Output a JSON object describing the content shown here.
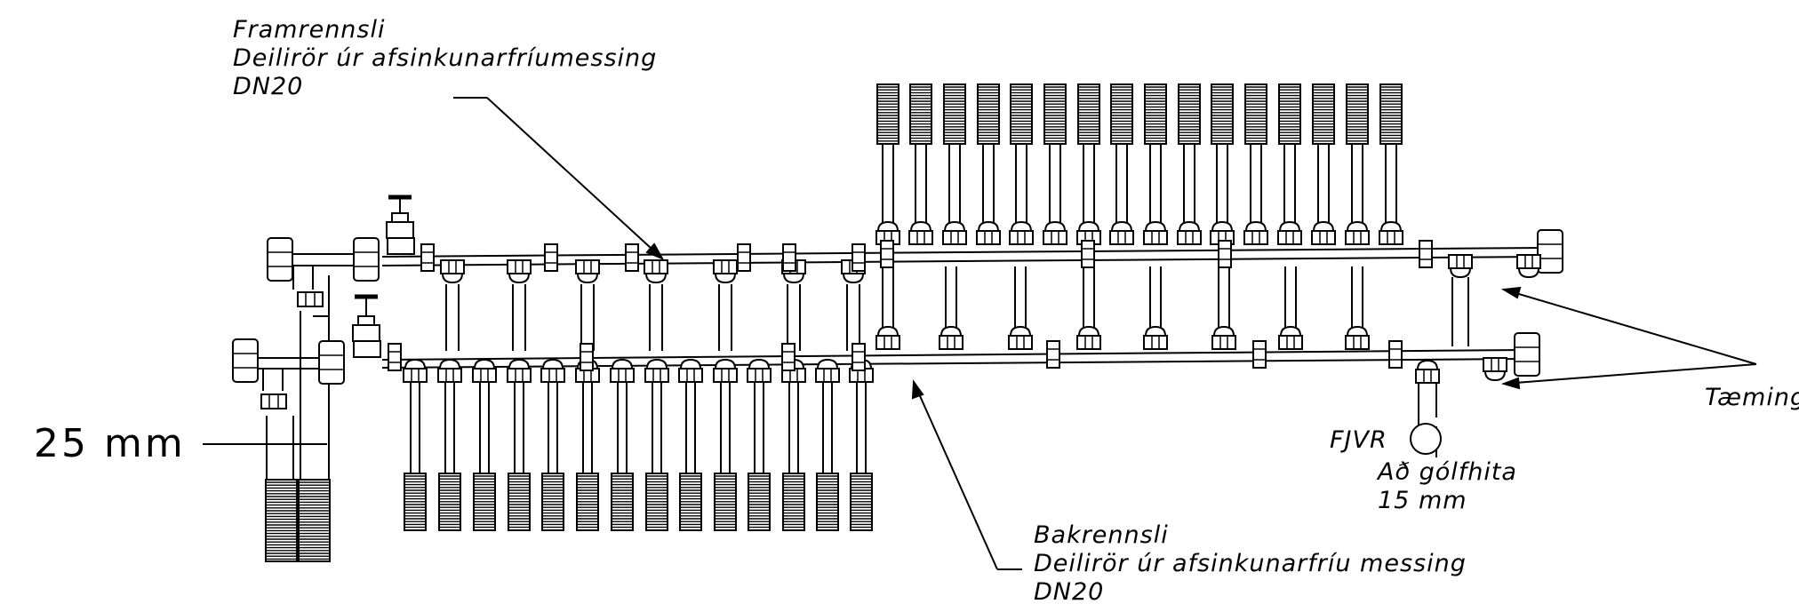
{
  "labels": {
    "supply": {
      "line1": "Framrennsli",
      "line2": "Deilirör úr afsinkunarfríumessing",
      "line3": "DN20"
    },
    "return": {
      "line1": "Bakrennsli",
      "line2": "Deilirör úr afsinkunarfríu messing",
      "line3": "DN20"
    },
    "drain": "Tæming",
    "fjvr": "FJVR",
    "floor_heat": {
      "line1": "Að gólfhita",
      "line2": "15 mm"
    },
    "pipe_size": "25 mm"
  }
}
